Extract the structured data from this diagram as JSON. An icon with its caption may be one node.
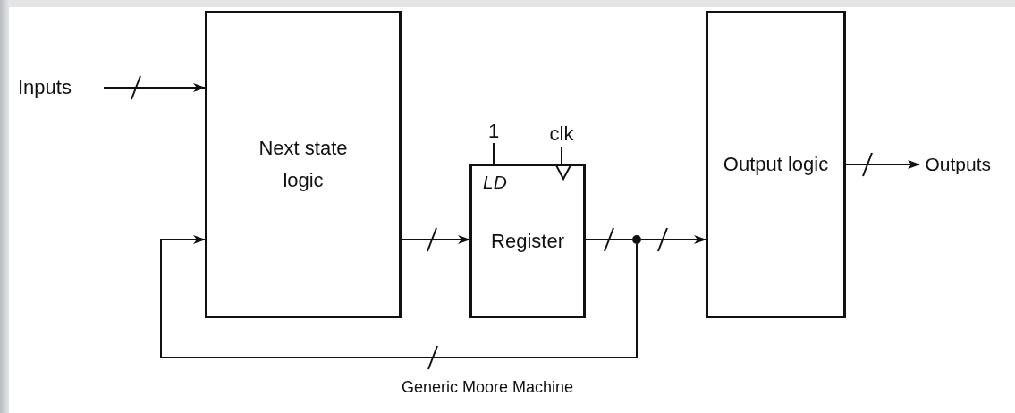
{
  "diagram": {
    "caption": "Generic Moore Machine",
    "nodes": [
      {
        "text": [
          "Inputs"
        ]
      },
      {
        "text": [
          "Next state logic"
        ]
      },
      {
        "text": [
          "LD",
          "Register"
        ]
      },
      {
        "text": [
          "1"
        ]
      },
      {
        "text": [
          "clk"
        ]
      },
      {
        "text": [
          "Output logic"
        ]
      },
      {
        "text": [
          "Outputs"
        ]
      },
      {
        "text": [],
        "shape": "circle"
      }
    ],
    "edges": [
      {
        "from": 0,
        "to": 1,
        "arrow": "to"
      },
      {
        "from": 1,
        "to": 2,
        "arrow": "to"
      },
      {
        "from": 2,
        "to": 7,
        "arrow": "none"
      },
      {
        "from": 7,
        "to": 5,
        "arrow": "to"
      },
      {
        "from": 7,
        "to": 1,
        "arrow": "to"
      },
      {
        "from": 3,
        "to": 2,
        "arrow": "none"
      },
      {
        "from": 4,
        "to": 2,
        "arrow": "none"
      },
      {
        "from": 5,
        "to": 6,
        "arrow": "to"
      }
    ]
  }
}
